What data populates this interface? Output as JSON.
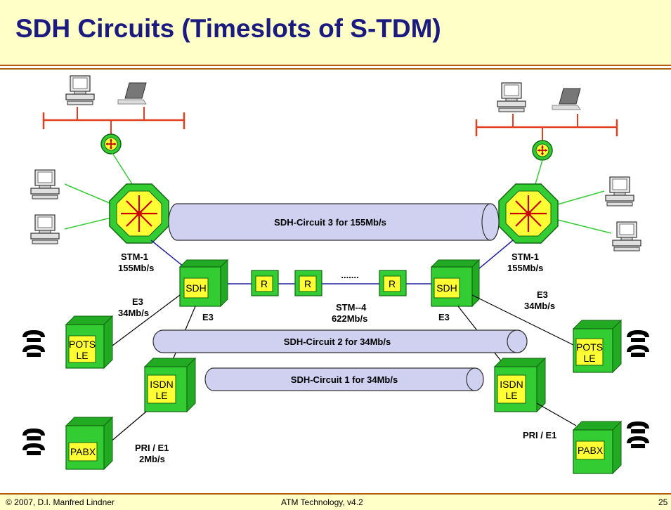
{
  "title": "SDH Circuits (Timeslots of S-TDM)",
  "footer": {
    "copyright": "© 2007, D.I. Manfred Lindner",
    "center": "ATM Technology, v4.2",
    "page": "25"
  },
  "pipes": {
    "circuit3": "SDH-Circuit 3 for 155Mb/s",
    "circuit2": "SDH-Circuit 2 for 34Mb/s",
    "circuit1": "SDH-Circuit 1 for 34Mb/s"
  },
  "nodes": {
    "sdh_left": "SDH",
    "sdh_right": "SDH",
    "r1": "R",
    "r2": "R",
    "r3": "R",
    "dots": ".......",
    "pots_left": [
      "POTS",
      "LE"
    ],
    "pots_right": [
      "POTS",
      "LE"
    ],
    "isdn_left": [
      "ISDN",
      "LE"
    ],
    "isdn_right": [
      "ISDN",
      "LE"
    ],
    "pabx_left": "PABX",
    "pabx_right": "PABX"
  },
  "labels": {
    "stm1_left": [
      "STM-1",
      "155Mb/s"
    ],
    "stm1_right": [
      "STM-1",
      "155Mb/s"
    ],
    "e3_left_top": [
      "E3",
      "34Mb/s"
    ],
    "e3_right_top": [
      "E3",
      "34Mb/s"
    ],
    "e3_left_bottom": "E3",
    "e3_right_bottom": "E3",
    "stm4": [
      "STM--4",
      "622Mb/s"
    ],
    "pri_left": [
      "PRI / E1",
      "2Mb/s"
    ],
    "pri_right": "PRI / E1"
  },
  "colors": {
    "title_bg": "#ffffc8",
    "title_text": "#1a1a80",
    "pipe_fill": "#d0d0f0",
    "box_green": "#33cc33",
    "box_yellow": "#ffff33",
    "lan_red": "#e04020",
    "link_green": "#33cc33",
    "link_blue": "#2020a0"
  }
}
